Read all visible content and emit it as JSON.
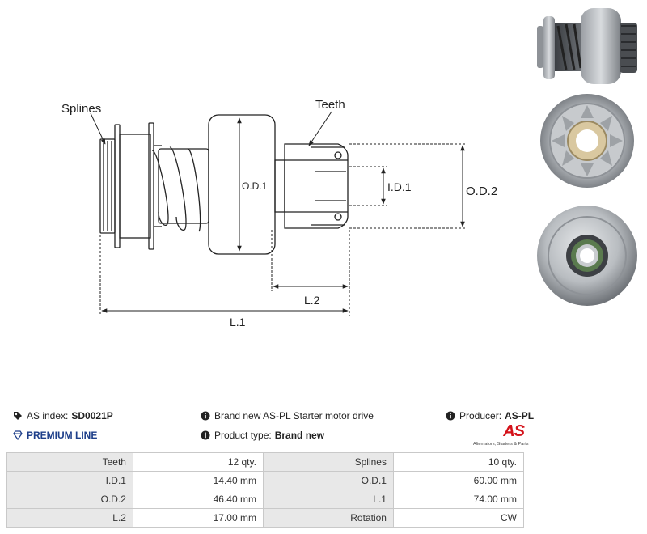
{
  "diagram": {
    "labels": {
      "splines": "Splines",
      "teeth": "Teeth",
      "od1": "O.D.1",
      "id1": "I.D.1",
      "od2": "O.D.2",
      "l1": "L.1",
      "l2": "L.2"
    }
  },
  "info": {
    "as_index_label": "AS index:",
    "as_index_value": "SD0021P",
    "line_label": "PREMIUM LINE",
    "description": "Brand new AS-PL Starter motor drive",
    "product_type_label": "Product type:",
    "product_type_value": "Brand new",
    "producer_label": "Producer:",
    "producer_value": "AS-PL"
  },
  "logo": {
    "brand": "AS",
    "slogan": "Alternators, Starters & Parts"
  },
  "specs": [
    {
      "label1": "Teeth",
      "value1": "12 qty.",
      "label2": "Splines",
      "value2": "10 qty."
    },
    {
      "label1": "I.D.1",
      "value1": "14.40 mm",
      "label2": "O.D.1",
      "value2": "60.00 mm"
    },
    {
      "label1": "O.D.2",
      "value1": "46.40 mm",
      "label2": "L.1",
      "value2": "74.00 mm"
    },
    {
      "label1": "L.2",
      "value1": "17.00 mm",
      "label2": "Rotation",
      "value2": "CW"
    }
  ]
}
